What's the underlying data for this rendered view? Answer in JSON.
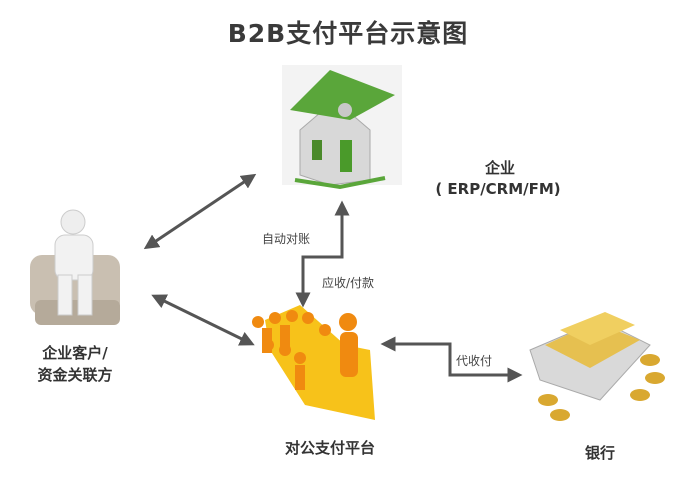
{
  "title": "B2B支付平台示意图",
  "nodes": {
    "enterprise": {
      "name": "企业",
      "sub": "( ERP/CRM/FM)"
    },
    "customer": {
      "line1": "企业客户/",
      "line2": "资金关联方"
    },
    "platform": {
      "name": "对公支付平台"
    },
    "bank": {
      "name": "银行"
    }
  },
  "edges": {
    "reconcile": "自动对账",
    "receive_pay": "应收/付款",
    "agency_collect": "代收付"
  },
  "colors": {
    "arrow": "#555555",
    "roof": "#5aa63a",
    "platform": "#f7c21a",
    "people": "#f08a10",
    "gold": "#d9b23c"
  }
}
